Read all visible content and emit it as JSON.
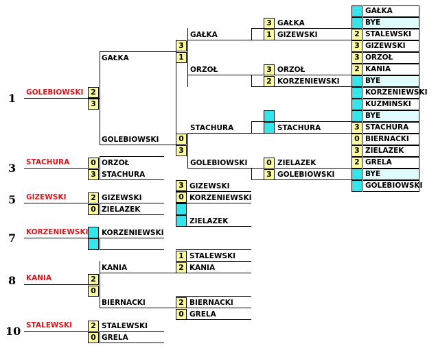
{
  "places": {
    "p1": "1",
    "p3": "3",
    "p5": "5",
    "p7": "7",
    "p8": "8",
    "p10": "10"
  },
  "finals": {
    "p1": "GOLEBIOWSKI",
    "p3": "STACHURA",
    "p5": "GIZEWSKI",
    "p7": "KORZENIEWSKI",
    "p8": "KANIA",
    "p10": "STALEWSKI"
  },
  "draw": [
    {
      "name": "GAŁKA",
      "score": "",
      "hl": false
    },
    {
      "name": "BYE",
      "score": "",
      "hl": true
    },
    {
      "name": "STALEWSKI",
      "score": "2",
      "hl": false
    },
    {
      "name": "GIZEWSKI",
      "score": "3",
      "hl": false
    },
    {
      "name": "ORZOŁ",
      "score": "3",
      "hl": false
    },
    {
      "name": "KANIA",
      "score": "2",
      "hl": false
    },
    {
      "name": "BYE",
      "score": "",
      "hl": true
    },
    {
      "name": "KORZENIEWSKI",
      "score": "",
      "hl": false
    },
    {
      "name": "KUZMINSKI",
      "score": "",
      "hl": false
    },
    {
      "name": "BYE",
      "score": "",
      "hl": true
    },
    {
      "name": "STACHURA",
      "score": "3",
      "hl": false
    },
    {
      "name": "BIERNACKI",
      "score": "0",
      "hl": false
    },
    {
      "name": "ZIELAZEK",
      "score": "3",
      "hl": false
    },
    {
      "name": "GRELA",
      "score": "2",
      "hl": false
    },
    {
      "name": "BYE",
      "score": "",
      "hl": true
    },
    {
      "name": "GOLEBIOWSKI",
      "score": "",
      "hl": false
    }
  ],
  "r2": {
    "m1": {
      "top": "GAŁKA",
      "top_score": "3",
      "bottom": "GIZEWSKI",
      "bottom_score": "1"
    },
    "m2": {
      "top": "ORZOŁ",
      "top_score": "3",
      "bottom": "KORZENIEWSKI",
      "bottom_score": "2"
    },
    "m3": {
      "bottom": "STACHURA"
    },
    "m4": {
      "top": "ZIELAZEK",
      "top_score": "0",
      "bottom": "GOLEBIOWSKI",
      "bottom_score": "3"
    }
  },
  "semis": {
    "s1": {
      "top": "GAŁKA",
      "top_score": "3",
      "bottom": "ORZOŁ",
      "bottom_score": "1"
    },
    "s2": {
      "top": "STACHURA",
      "top_score": "0",
      "bottom": "GOLEBIOWSKI",
      "bottom_score": "3"
    }
  },
  "final": {
    "top": "GAŁKA",
    "top_score": "2",
    "bottom": "GOLEBIOWSKI",
    "bottom_score": "3"
  },
  "third": {
    "top_score": "0",
    "top": "ORZOŁ",
    "bottom_score": "3",
    "bottom": "STACHURA"
  },
  "fifth_semis": {
    "a": {
      "top": "GIZEWSKI",
      "top_score": "3",
      "bottom": "KORZENIEWSKI",
      "bottom_score": "0"
    },
    "b": {
      "bottom": "ZIELAZEK"
    }
  },
  "fifth": {
    "top_score": "2",
    "top": "GIZEWSKI",
    "bottom_score": "0",
    "bottom": "ZIELAZEK"
  },
  "seventh": {
    "bottom": "KORZENIEWSKI"
  },
  "ninth_semis": {
    "a": {
      "top_score": "1",
      "top": "STALEWSKI",
      "bottom_score": "2",
      "bottom": "KANIA"
    },
    "b": {
      "top_score": "2",
      "top": "BIERNACKI",
      "bottom_score": "0",
      "bottom": "GRELA"
    }
  },
  "eighth": {
    "top": "KANIA",
    "top_score": "2",
    "bottom": "BIERNACKI",
    "bottom_score": "0"
  },
  "tenth": {
    "top_score": "2",
    "top": "STALEWSKI",
    "bottom_score": "0",
    "bottom": "GRELA"
  },
  "colors": {
    "score_bg": "#ffff99",
    "bye": "#33e6ea",
    "bye_row": "#e0fbfc",
    "final_label": "#e0161b"
  }
}
